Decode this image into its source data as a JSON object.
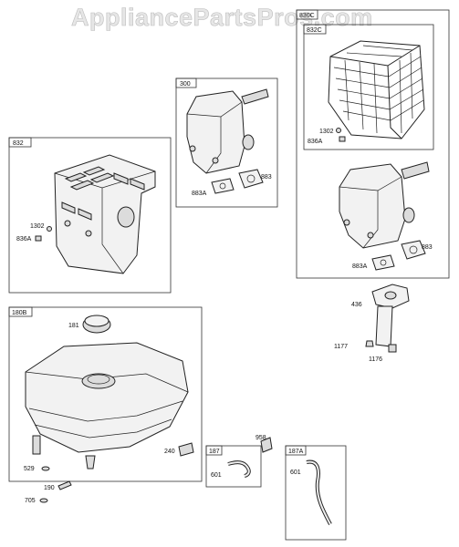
{
  "watermark": "AppliancePartsPros.com",
  "boxes": {
    "b832": "832",
    "b300": "300",
    "b830c": "830C",
    "b832c": "832C",
    "b180b": "180B",
    "b187": "187",
    "b187a": "187A"
  },
  "labels": {
    "l1302a": "1302",
    "l836a_a": "836A",
    "l883a_a": "883A",
    "l883_a": "883",
    "l1302b": "1302",
    "l836a_b": "836A",
    "l883_b": "883",
    "l883a_b": "883A",
    "l436": "436",
    "l1177": "1177",
    "l1176": "1176",
    "l181": "181",
    "l958": "958",
    "l240": "240",
    "l529": "529",
    "l190": "190",
    "l705": "705",
    "l601a": "601",
    "l601b": "601"
  }
}
